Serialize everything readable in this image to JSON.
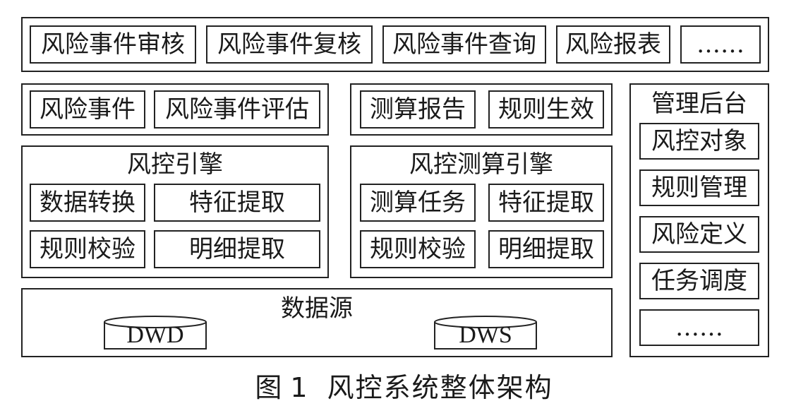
{
  "top_row": {
    "items": [
      "风险事件审核",
      "风险事件复核",
      "风险事件查询",
      "风险报表",
      "……"
    ]
  },
  "business": {
    "items": [
      "风险事件",
      "风险事件评估"
    ]
  },
  "report": {
    "items": [
      "测算报告",
      "规则生效"
    ]
  },
  "risk_engine": {
    "title": "风控引擎",
    "items": [
      "数据转换",
      "特征提取",
      "规则校验",
      "明细提取"
    ]
  },
  "calc_engine": {
    "title": "风控测算引擎",
    "items": [
      "测算任务",
      "特征提取",
      "规则校验",
      "明细提取"
    ]
  },
  "admin": {
    "title": "管理后台",
    "items": [
      "风控对象",
      "规则管理",
      "风险定义",
      "任务调度",
      "……"
    ]
  },
  "datasource": {
    "title": "数据源",
    "dbs": [
      "DWD",
      "DWS"
    ]
  },
  "caption": {
    "label": "图",
    "number": "1",
    "title": "风控系统整体架构"
  }
}
